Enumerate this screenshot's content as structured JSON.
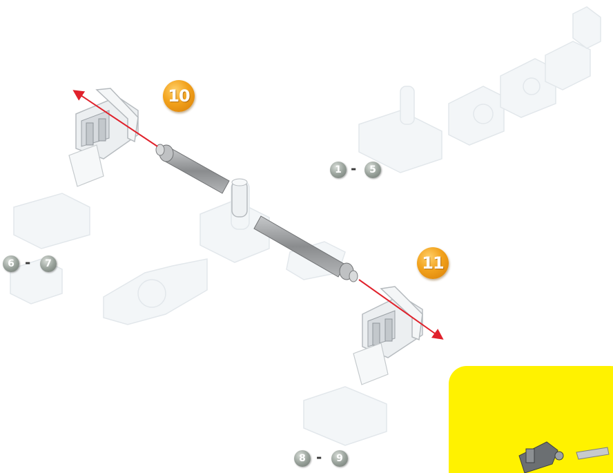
{
  "steps": {
    "step10": "10",
    "step11": "11"
  },
  "ranges": {
    "r1": {
      "from": "1",
      "sep": "-",
      "to": "5"
    },
    "r2": {
      "from": "6",
      "sep": "-",
      "to": "7"
    },
    "r3": {
      "from": "8",
      "sep": "-",
      "to": "9"
    }
  },
  "colors": {
    "step_badge": "#f0a020",
    "range_badge": "#8f9891",
    "arrow": "#e0212b",
    "inset_panel": "#fff200",
    "part_ghost": "#e4e9ed",
    "rod": "#8e9092"
  }
}
